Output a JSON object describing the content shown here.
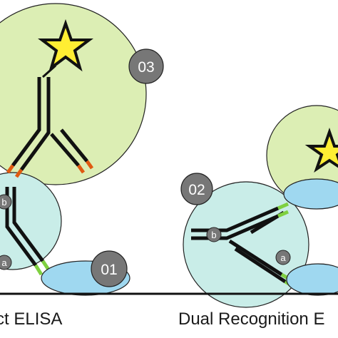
{
  "badges": {
    "b01": "01",
    "b02": "02",
    "b03": "03"
  },
  "domain_labels": {
    "left_b": "b",
    "left_a": "a",
    "right_b": "b",
    "right_a": "a"
  },
  "captions": {
    "left": "ct ELISA",
    "right": "Dual Recognition E"
  },
  "colors": {
    "green_circle": "#dceeb4",
    "cyan_circle": "#c9ede8",
    "ellipse_fill": "#9fd8f0",
    "star": "#ffee33",
    "badge": "#777777",
    "antibody": "#111111",
    "tip_orange": "#e05a10",
    "tip_green": "#7fd040"
  }
}
